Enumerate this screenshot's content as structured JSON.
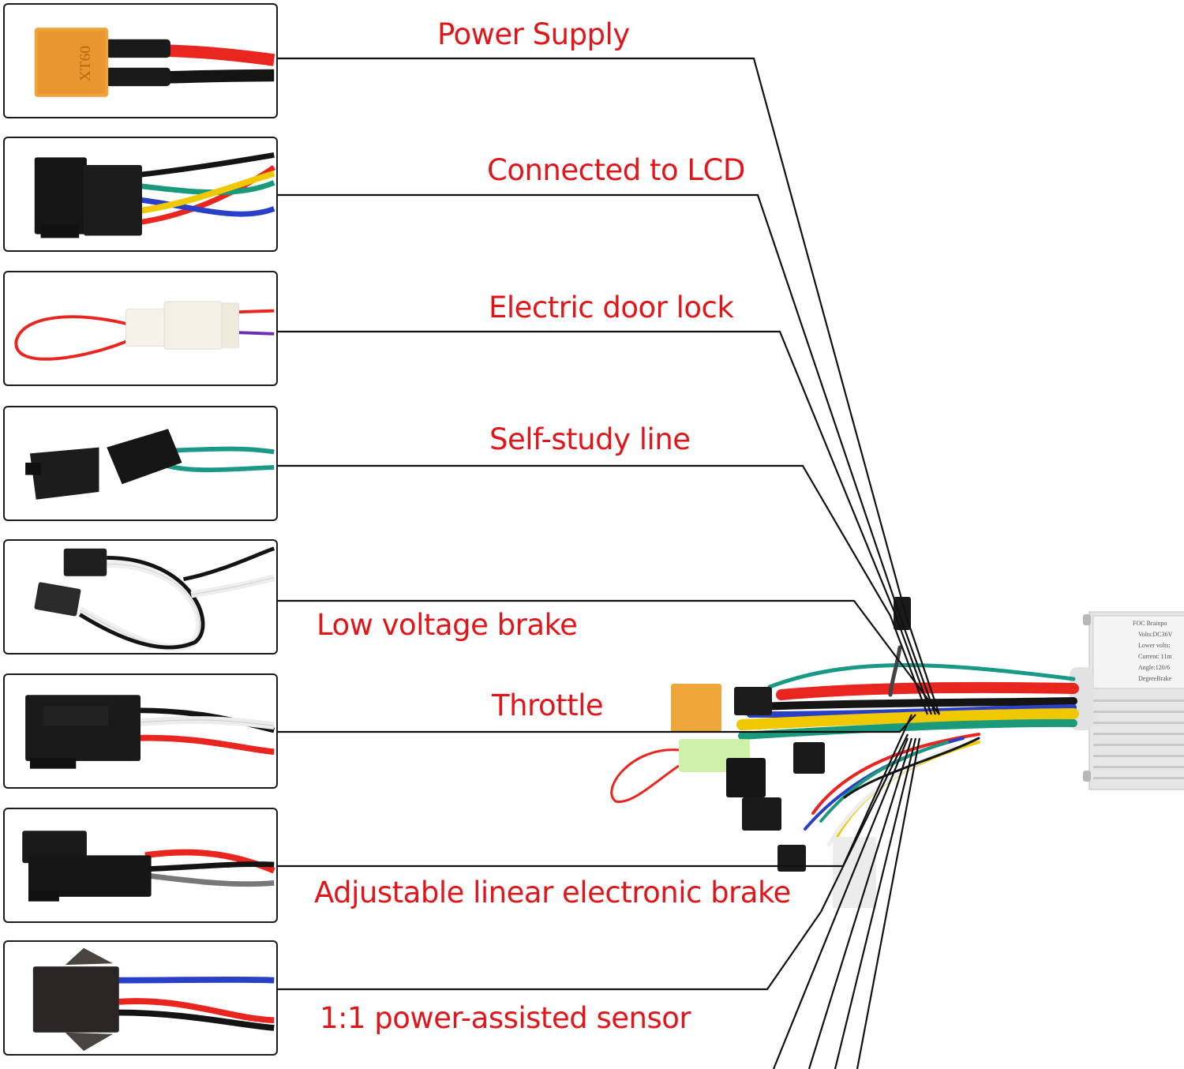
{
  "title": "E-bike controller wiring diagram",
  "accent_color": "#e0161b",
  "connectors": [
    {
      "id": "power-supply",
      "label": "Power Supply",
      "connector_marking": "XT60",
      "wire_colors": [
        "#e8261f",
        "#141414"
      ]
    },
    {
      "id": "lcd",
      "label": "Connected to LCD",
      "wire_colors": [
        "#141414",
        "#e8261f",
        "#f0c800",
        "#1a9a7a",
        "#2a3fc8"
      ]
    },
    {
      "id": "door-lock",
      "label": "Electric door lock",
      "wire_colors": [
        "#e8261f",
        "#6a2fb0"
      ]
    },
    {
      "id": "self-study",
      "label": "Self-study line",
      "wire_colors": [
        "#1a9a86",
        "#1a9a86"
      ]
    },
    {
      "id": "low-voltage-brake",
      "label": "Low voltage brake",
      "wire_colors": [
        "#141414",
        "#f2f2f2"
      ]
    },
    {
      "id": "throttle",
      "label": "Throttle",
      "wire_colors": [
        "#141414",
        "#e8e8e8",
        "#e8261f"
      ]
    },
    {
      "id": "linear-brake",
      "label": "Adjustable linear electronic brake",
      "wire_colors": [
        "#e8261f",
        "#141414",
        "#777777"
      ]
    },
    {
      "id": "pas-sensor",
      "label": "1:1 power-assisted sensor",
      "wire_colors": [
        "#2a3fc8",
        "#e8261f",
        "#141414"
      ]
    }
  ],
  "controller": {
    "label_lines": [
      "FOC Brainpo",
      "Volts:DC36V",
      "Lower volts:",
      "Current: 11m",
      "Angle:120/6",
      "DegreeBrake"
    ]
  }
}
